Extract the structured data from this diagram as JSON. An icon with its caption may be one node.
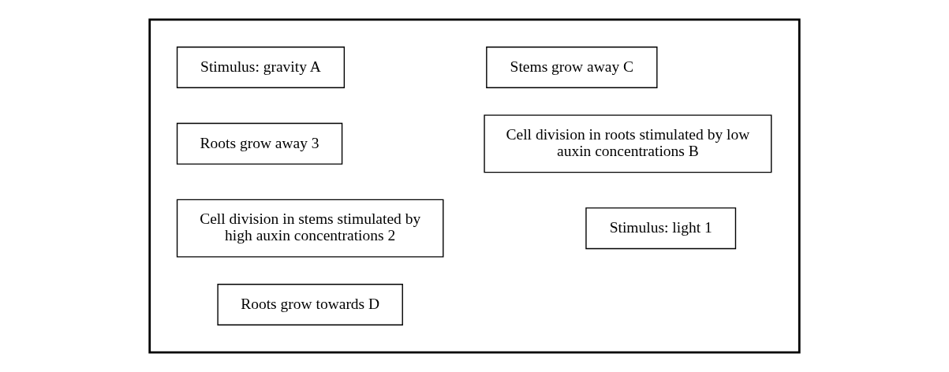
{
  "diagram": {
    "nodes": [
      {
        "text": [],
        "shape": "box"
      },
      {
        "text": [
          "Stimulus: gravity A"
        ],
        "in": 0
      },
      {
        "text": [
          "Stems grow away C"
        ],
        "in": 0
      },
      {
        "text": [
          "Roots grow away 3"
        ],
        "in": 0
      },
      {
        "text": [
          "Cell division in roots stimulated by low auxin concentrations B"
        ],
        "in": 0
      },
      {
        "text": [
          "Cell division in stems stimulated by high auxin concentrations 2"
        ],
        "in": 0
      },
      {
        "text": [
          "Stimulus: light 1"
        ],
        "in": 0
      },
      {
        "text": [
          "Roots grow towards D"
        ],
        "in": 0
      }
    ]
  }
}
